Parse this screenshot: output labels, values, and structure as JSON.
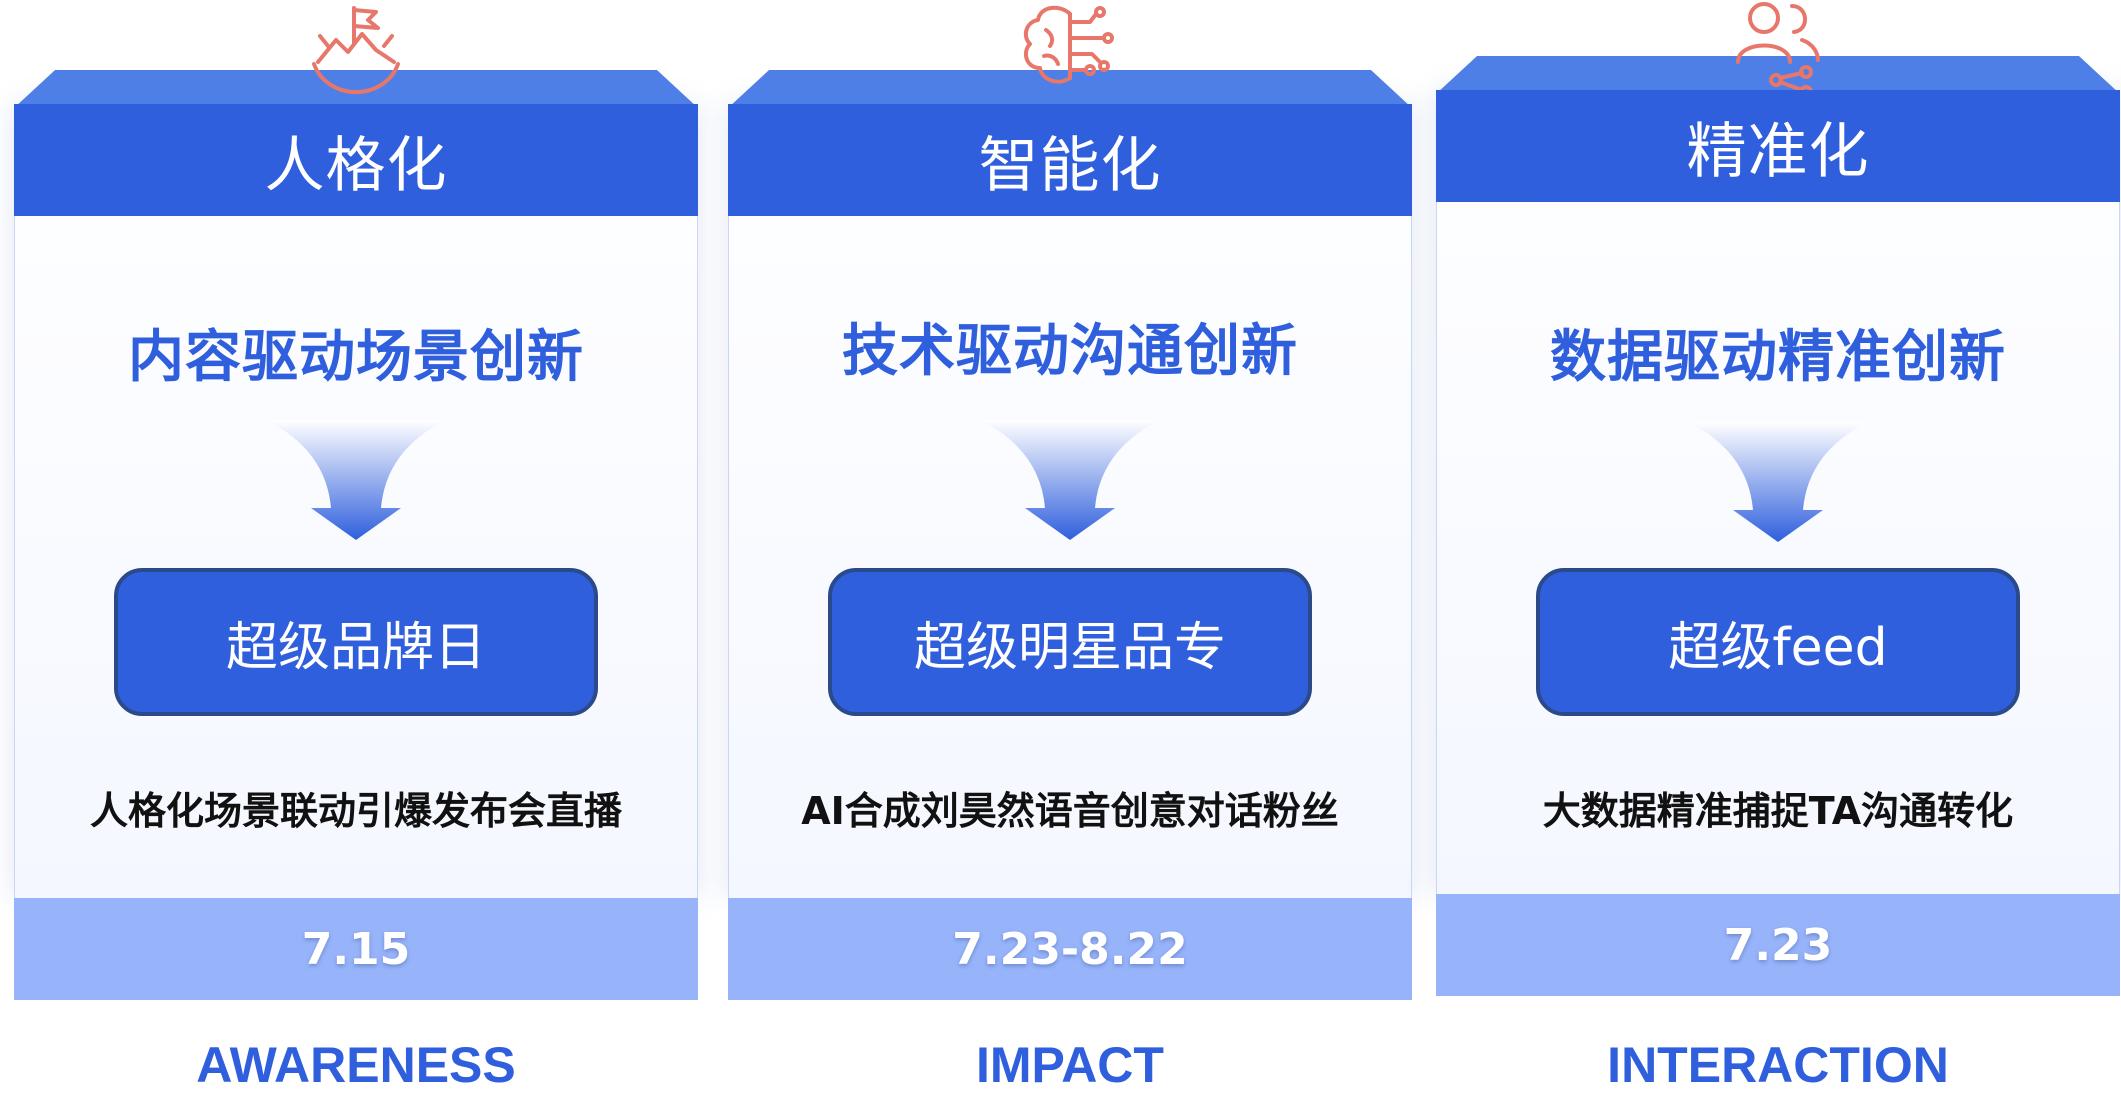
{
  "colors": {
    "primary": "#2f5fdd",
    "roof": "#4e7fe6",
    "footer": "#97b4fb",
    "icon": "#e8776b",
    "text_dark": "#111111"
  },
  "cards": [
    {
      "title": "人格化",
      "subtitle": "内容驱动场景创新",
      "product": "超级品牌日",
      "description": "人格化场景联动引爆发布会直播",
      "date": "7.15",
      "label": "AWARENESS",
      "icon": "mountain-flag-icon"
    },
    {
      "title": "智能化",
      "subtitle": "技术驱动沟通创新",
      "product": "超级明星品专",
      "description": "AI合成刘昊然语音创意对话粉丝",
      "date": "7.23-8.22",
      "label": "IMPACT",
      "icon": "brain-circuit-icon"
    },
    {
      "title": "精准化",
      "subtitle": "数据驱动精准创新",
      "product": "超级feed",
      "description": "大数据精准捕捉TA沟通转化",
      "date": "7.23",
      "label": "INTERACTION",
      "icon": "people-share-icon"
    }
  ]
}
